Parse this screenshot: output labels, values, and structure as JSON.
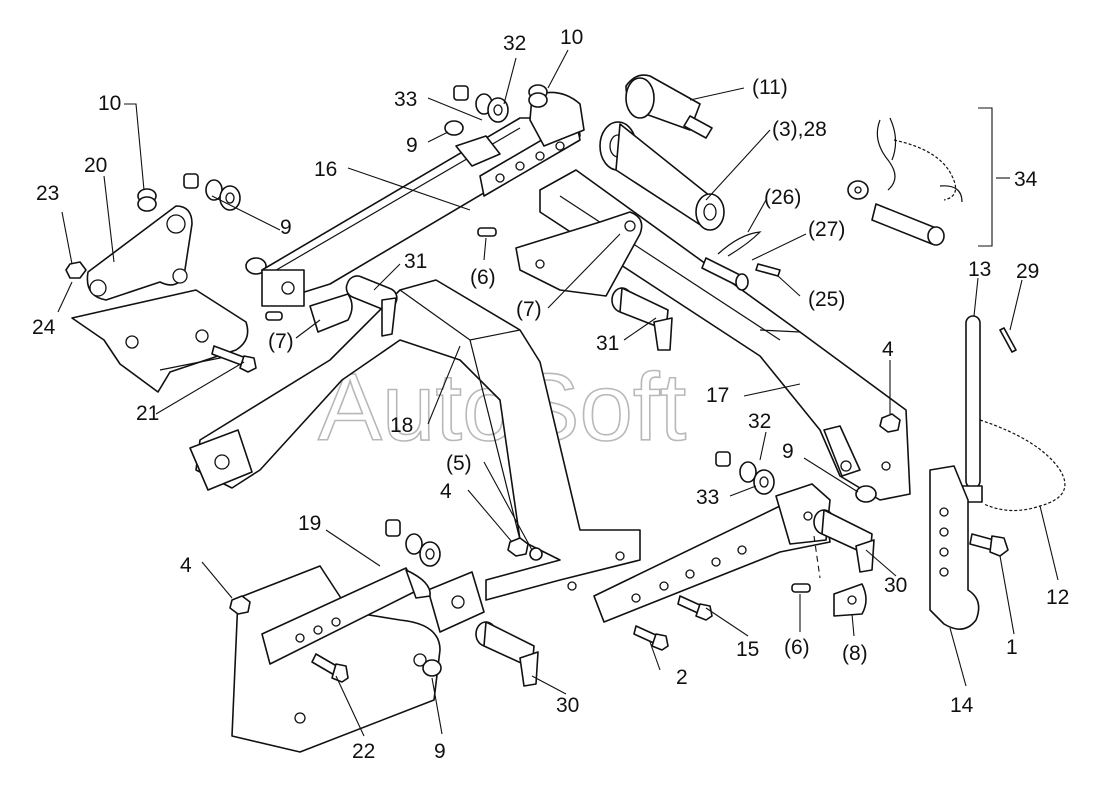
{
  "diagram": {
    "watermark": "AutoSoft",
    "callouts": [
      {
        "id": "c-32-top",
        "text": "32"
      },
      {
        "id": "c-10-top",
        "text": "10"
      },
      {
        "id": "c-11",
        "text": "(11)"
      },
      {
        "id": "c-33-top",
        "text": "33"
      },
      {
        "id": "c-3-28",
        "text": "(3),28"
      },
      {
        "id": "c-10-left",
        "text": "10"
      },
      {
        "id": "c-9-top",
        "text": "9"
      },
      {
        "id": "c-16",
        "text": "16"
      },
      {
        "id": "c-20",
        "text": "20"
      },
      {
        "id": "c-34",
        "text": "34"
      },
      {
        "id": "c-23",
        "text": "23"
      },
      {
        "id": "c-26",
        "text": "(26)"
      },
      {
        "id": "c-9-left",
        "text": "9"
      },
      {
        "id": "c-27",
        "text": "(27)"
      },
      {
        "id": "c-31-left",
        "text": "31"
      },
      {
        "id": "c-6-top",
        "text": "(6)"
      },
      {
        "id": "c-13",
        "text": "13"
      },
      {
        "id": "c-29",
        "text": "29"
      },
      {
        "id": "c-25",
        "text": "(25)"
      },
      {
        "id": "c-24",
        "text": "24"
      },
      {
        "id": "c-7-left",
        "text": "(7)"
      },
      {
        "id": "c-7-mid",
        "text": "(7)"
      },
      {
        "id": "c-31-mid",
        "text": "31"
      },
      {
        "id": "c-4-right",
        "text": "4"
      },
      {
        "id": "c-17",
        "text": "17"
      },
      {
        "id": "c-18",
        "text": "18"
      },
      {
        "id": "c-21",
        "text": "21"
      },
      {
        "id": "c-32-mid",
        "text": "32"
      },
      {
        "id": "c-9-mid",
        "text": "9"
      },
      {
        "id": "c-5",
        "text": "(5)"
      },
      {
        "id": "c-4-mid",
        "text": "4"
      },
      {
        "id": "c-33-mid",
        "text": "33"
      },
      {
        "id": "c-19",
        "text": "19"
      },
      {
        "id": "c-4-left",
        "text": "4"
      },
      {
        "id": "c-30-right",
        "text": "30"
      },
      {
        "id": "c-12",
        "text": "12"
      },
      {
        "id": "c-6-bottom",
        "text": "(6)"
      },
      {
        "id": "c-15",
        "text": "15"
      },
      {
        "id": "c-8",
        "text": "(8)"
      },
      {
        "id": "c-1",
        "text": "1"
      },
      {
        "id": "c-2",
        "text": "2"
      },
      {
        "id": "c-30-bottom",
        "text": "30"
      },
      {
        "id": "c-14",
        "text": "14"
      },
      {
        "id": "c-22",
        "text": "22"
      },
      {
        "id": "c-9-bottom",
        "text": "9"
      }
    ]
  }
}
